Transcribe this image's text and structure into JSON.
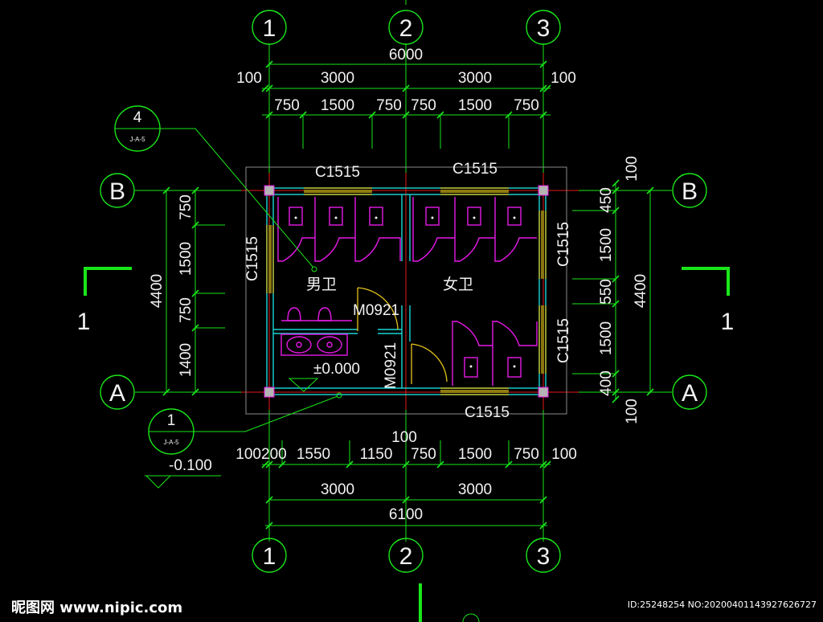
{
  "axes": {
    "top": [
      "1",
      "2",
      "3"
    ],
    "bottom": [
      "1",
      "2",
      "3"
    ],
    "left": [
      "B",
      "A"
    ],
    "right": [
      "B",
      "A"
    ]
  },
  "top_dims": {
    "overall": "6000",
    "mid": [
      "100",
      "3000",
      "3000",
      "100"
    ],
    "fine": [
      "750",
      "1500",
      "750",
      "750",
      "1500",
      "750"
    ]
  },
  "bottom_dims": {
    "fine": [
      "100200",
      "1550",
      "1150",
      "750",
      "1500",
      "750",
      "100"
    ],
    "center": "100",
    "mid": [
      "3000",
      "3000"
    ],
    "overall": "6100"
  },
  "left_dims": {
    "overall": "4400",
    "parts": [
      "750",
      "1500",
      "750",
      "1400"
    ]
  },
  "right_dims": {
    "overall": "4400",
    "parts": [
      "100",
      "450",
      "1500",
      "550",
      "1500",
      "400",
      "100"
    ]
  },
  "windows": {
    "top_left": "C1515",
    "top_right": "C1515",
    "bottom": "C1515",
    "left": "C1515",
    "right_upper": "C1515",
    "right_lower": "C1515"
  },
  "doors": {
    "main": "M0921",
    "vertical": "M0921"
  },
  "rooms": {
    "men": "男卫",
    "women": "女卫"
  },
  "elevations": {
    "floor": "±0.000",
    "outside": "-0.100"
  },
  "detail_callouts": [
    {
      "number": "4",
      "sheet": "J-A-5"
    },
    {
      "number": "1",
      "sheet": "J-A-5"
    }
  ],
  "section_marks": {
    "left": "1",
    "right": "1"
  },
  "watermark": {
    "site": "昵图网 www.nipic.com",
    "id": "ID:25248254 NO:20200401143927626727"
  },
  "colors": {
    "dimension": "#19e619",
    "wall": "#19d6d6",
    "fixture": "#e619e6",
    "window": "#e6c619",
    "axis_line": "#e61919"
  }
}
